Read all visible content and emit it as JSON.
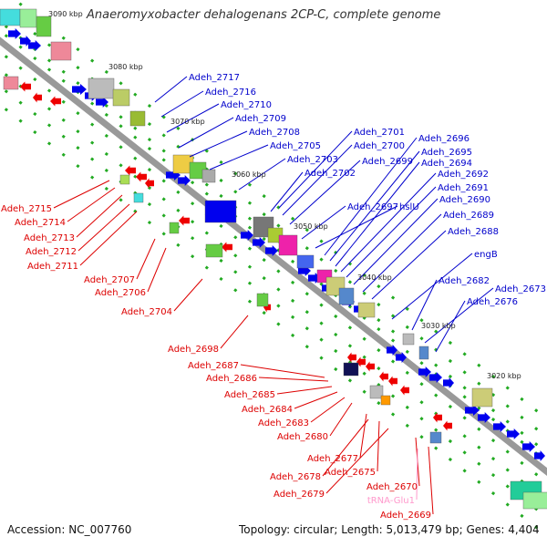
{
  "title": "Anaeromyxobacter dehalogenans 2CP-C, complete genome",
  "accession": "Accession: NC_007760",
  "summary": "Topology: circular; Length: 5,013,479 bp; Genes: 4,404",
  "scale_labels": [
    "3090 kbp",
    "3080 kbp",
    "3070 kbp",
    "3060 kbp",
    "3050 kbp",
    "3040 kbp",
    "3030 kbp",
    "3020 kbp"
  ],
  "colors": {
    "forward_label": "#0000cc",
    "reverse_label": "#dd0000",
    "rna_label": "#ff99cc",
    "forward_cds": "#0000ee",
    "reverse_cds": "#ee0000",
    "backbone": "#999999",
    "tick": "#22aa22"
  },
  "forward_genes": [
    "Adeh_2717",
    "Adeh_2716",
    "Adeh_2710",
    "Adeh_2709",
    "Adeh_2708",
    "Adeh_2705",
    "Adeh_2703",
    "Adeh_2702",
    "Adeh_2701",
    "Adeh_2700",
    "Adeh_2699",
    "Adeh_2697",
    "hslU",
    "Adeh_2696",
    "Adeh_2695",
    "Adeh_2694",
    "Adeh_2692",
    "Adeh_2691",
    "Adeh_2690",
    "Adeh_2689",
    "Adeh_2688",
    "engB",
    "Adeh_2682",
    "Adeh_2673",
    "Adeh_2676"
  ],
  "reverse_genes": [
    "Adeh_2715",
    "Adeh_2714",
    "Adeh_2713",
    "Adeh_2712",
    "Adeh_2711",
    "Adeh_2707",
    "Adeh_2706",
    "Adeh_2704",
    "Adeh_2698",
    "Adeh_2687",
    "Adeh_2686",
    "Adeh_2685",
    "Adeh_2684",
    "Adeh_2683",
    "Adeh_2680",
    "Adeh_2677",
    "Adeh_2678",
    "Adeh_2675",
    "Adeh_2679",
    "Adeh_2670",
    "Adeh_2669"
  ],
  "rna_genes": [
    "tRNA-Glu1"
  ]
}
